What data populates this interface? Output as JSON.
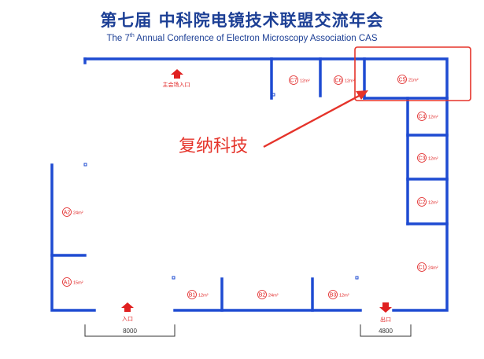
{
  "header": {
    "title_cn": "第七届 中科院电镜技术联盟交流年会",
    "title_en_prefix": "The 7",
    "title_en_sup": "th",
    "title_en_rest": " Annual Conference of Electron Microscopy Association CAS"
  },
  "annotation": {
    "label": "复纳科技",
    "highlight_color": "#e5332a"
  },
  "colors": {
    "wall": "#1e4bd2",
    "booth_text": "#e02020",
    "dimension": "#333333"
  },
  "booths": [
    {
      "id": "C7",
      "size": "12m²"
    },
    {
      "id": "C6",
      "size": "12m²"
    },
    {
      "id": "C5",
      "size": "21m²"
    },
    {
      "id": "C4",
      "size": "12m²"
    },
    {
      "id": "C3",
      "size": "12m²"
    },
    {
      "id": "C2",
      "size": "12m²"
    },
    {
      "id": "C1",
      "size": "24m²"
    },
    {
      "id": "A2",
      "size": "24m²"
    },
    {
      "id": "A1",
      "size": "15m²"
    },
    {
      "id": "B1",
      "size": "12m²"
    },
    {
      "id": "B2",
      "size": "24m²"
    },
    {
      "id": "B3",
      "size": "12m²"
    }
  ],
  "labels": {
    "main_entrance": "主会场入口",
    "entrance": "入口",
    "exit": "出口",
    "dim_left": "8000",
    "dim_right": "4800"
  },
  "icons": {
    "up": "arrow-up-icon",
    "down": "arrow-down-icon"
  }
}
